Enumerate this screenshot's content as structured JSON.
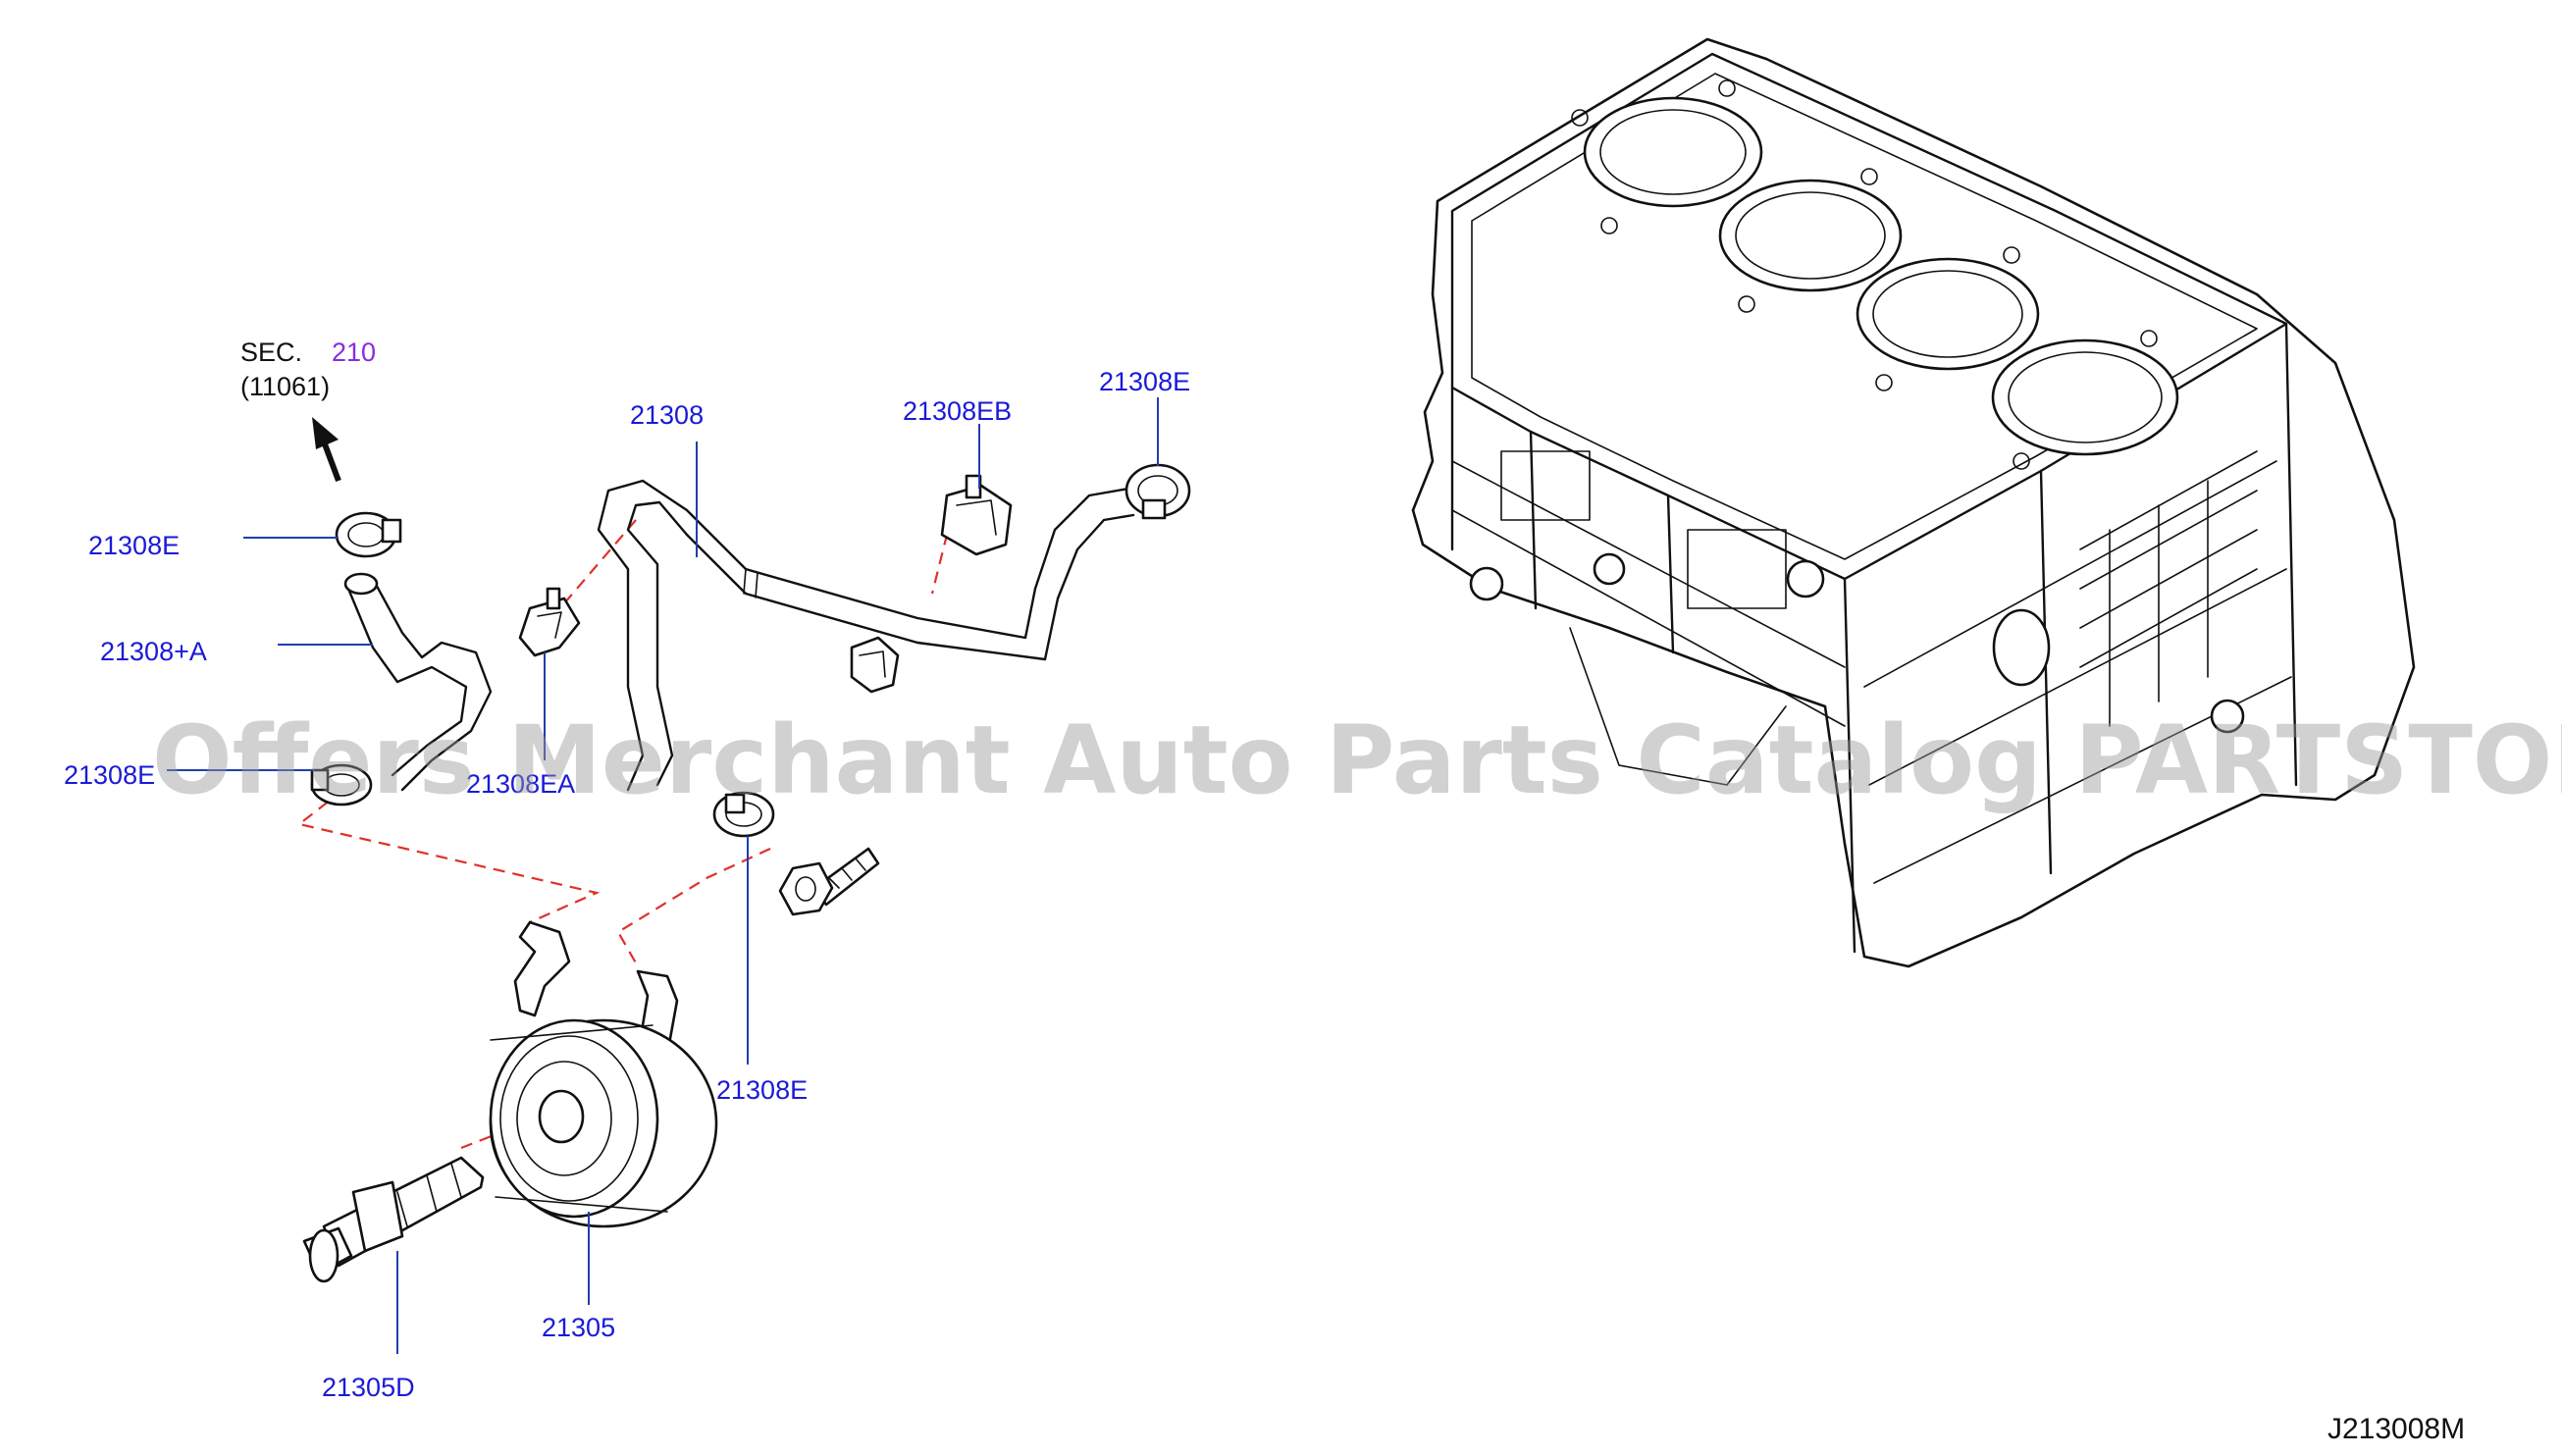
{
  "diagram": {
    "section_ref": {
      "prefix": "SEC.",
      "number": "210",
      "sub": "(11061)"
    },
    "callouts": {
      "c21308E_upper_left": "21308E",
      "c21308_plus_A": "21308+A",
      "c21308E_mid_left": "21308E",
      "c21308EA": "21308EA",
      "c21308": "21308",
      "c21308EB": "21308EB",
      "c21308E_top_right": "21308E",
      "c21308E_lower": "21308E",
      "c21305": "21305",
      "c21305D": "21305D"
    },
    "diagram_id": "J213008M",
    "watermark": "Offers Merchant Auto Parts Catalog PARTSTORE.SA"
  },
  "colors": {
    "callout_text": "#1a1ad8",
    "section_number": "#8a2be2",
    "leader_line": "#1f3fb0",
    "dashed_connection": "#e0302a",
    "watermark": "#9a9a9a"
  }
}
